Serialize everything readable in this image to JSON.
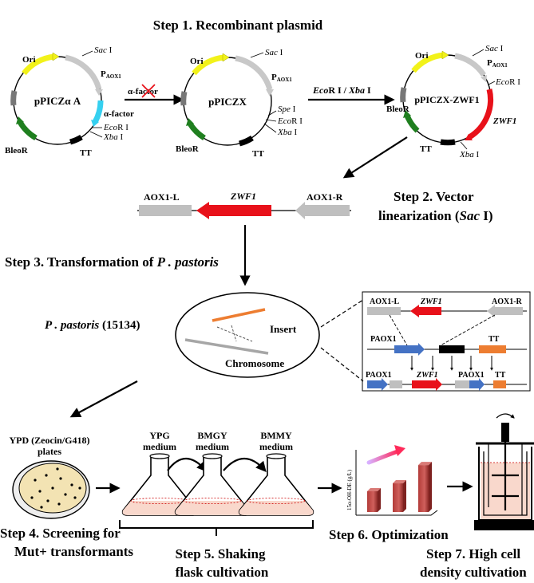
{
  "steps": {
    "step1": "Step 1. Recombinant plasmid",
    "step2_line1": "Step 2. Vector",
    "step2_line2_prefix": "linearization (",
    "step2_line2_enzyme": "Sac",
    "step2_line2_suffix": " I)",
    "step3_prefix": "Step 3. Transformation of ",
    "step3_species": "P . pastoris",
    "step4_line1": "Step 4. Screening for",
    "step4_line2": "Mut+ transformants",
    "step5_line1": "Step 5.  Shaking",
    "step5_line2": "flask cultivation",
    "step6": "Step 6.  Optimization",
    "step7_line1": "Step 7.  High cell",
    "step7_line2": "density cultivation"
  },
  "plasmids": {
    "p1": {
      "name": "pPICZα A",
      "ori": "Ori",
      "sac_italic": "Sac",
      "sac_roman": " I",
      "paox1_main": "P",
      "paox1_sub": "AOX1",
      "alpha_factor": "α-factor",
      "ecor_italic": "Eco",
      "ecor_roman": "R I",
      "xba_italic": "Xba",
      "xba_roman": " I",
      "bleor": "BleoR",
      "tt": "TT"
    },
    "p2": {
      "name": "pPICZX",
      "ori": "Ori",
      "sac_italic": "Sac",
      "sac_roman": " I",
      "paox1_main": "P",
      "paox1_sub": "AOX1",
      "spe_italic": "Spe",
      "spe_roman": " I",
      "ecor_italic": "Eco",
      "ecor_roman": "R I",
      "xba_italic": "Xba",
      "xba_roman": " I",
      "bleor": "BleoR",
      "tt": "TT"
    },
    "p3": {
      "name": "pPICZX-ZWF1",
      "ori": "Ori",
      "sac_italic": "Sac",
      "sac_roman": " I",
      "paox1_main": "P",
      "paox1_sub": "AOX1",
      "ecor_italic": "Eco",
      "ecor_roman": "R I",
      "zwf1": "ZWF1",
      "xba_italic": "Xba",
      "xba_roman": " I",
      "bleor": "BleoR",
      "tt": "TT"
    }
  },
  "arrows": {
    "remove_alpha": "α-factor",
    "enzymes_eco_italic": "Eco",
    "enzymes_mid": "R I / ",
    "enzymes_xba_italic": "Xba",
    "enzymes_end": " I"
  },
  "linear": {
    "aox1_l": "AOX1-L",
    "zwf1": "ZWF1",
    "aox1_r": "AOX1-R"
  },
  "cell": {
    "strain_species": "P . pastoris",
    "strain_id": " (15134)",
    "insert": "Insert",
    "chromosome": "Chromosome"
  },
  "recombination": {
    "aox1_l": "AOX1-L",
    "zwf1": "ZWF1",
    "aox1_r": "AOX1-R",
    "paox1_top": "PAOX1",
    "tt_top": "TT",
    "paox1_left": "PAOX1",
    "zwf1_bottom": "ZWF1",
    "paox1_right": "PAOX1",
    "tt_bottom": "TT"
  },
  "culture": {
    "plate_line1": "YPD (Zeocin/G418)",
    "plate_line2": "plates",
    "ypg_line1": "YPG",
    "ypg_line2": "medium",
    "bmgy_line1": "BMGY",
    "bmgy_line2": "medium",
    "bmmy_line1": "BMMY",
    "bmmy_line2": "medium"
  },
  "optimization_chart": {
    "ylabel": "15α-OH-DE (g/L)",
    "values": [
      0.42,
      0.58,
      0.95
    ]
  },
  "colors": {
    "zwf1": "#e8111a",
    "aox1": "#bfbfbf",
    "alpha_factor": "#35d0f0",
    "ori": "#f2f21a",
    "bleor": "#1f7f1f",
    "promoter": "#4472c4",
    "terminator": "#ed7d31",
    "bar": "#c0504d",
    "plate": "#f3e3b3",
    "medium": "#f9d8cc"
  }
}
